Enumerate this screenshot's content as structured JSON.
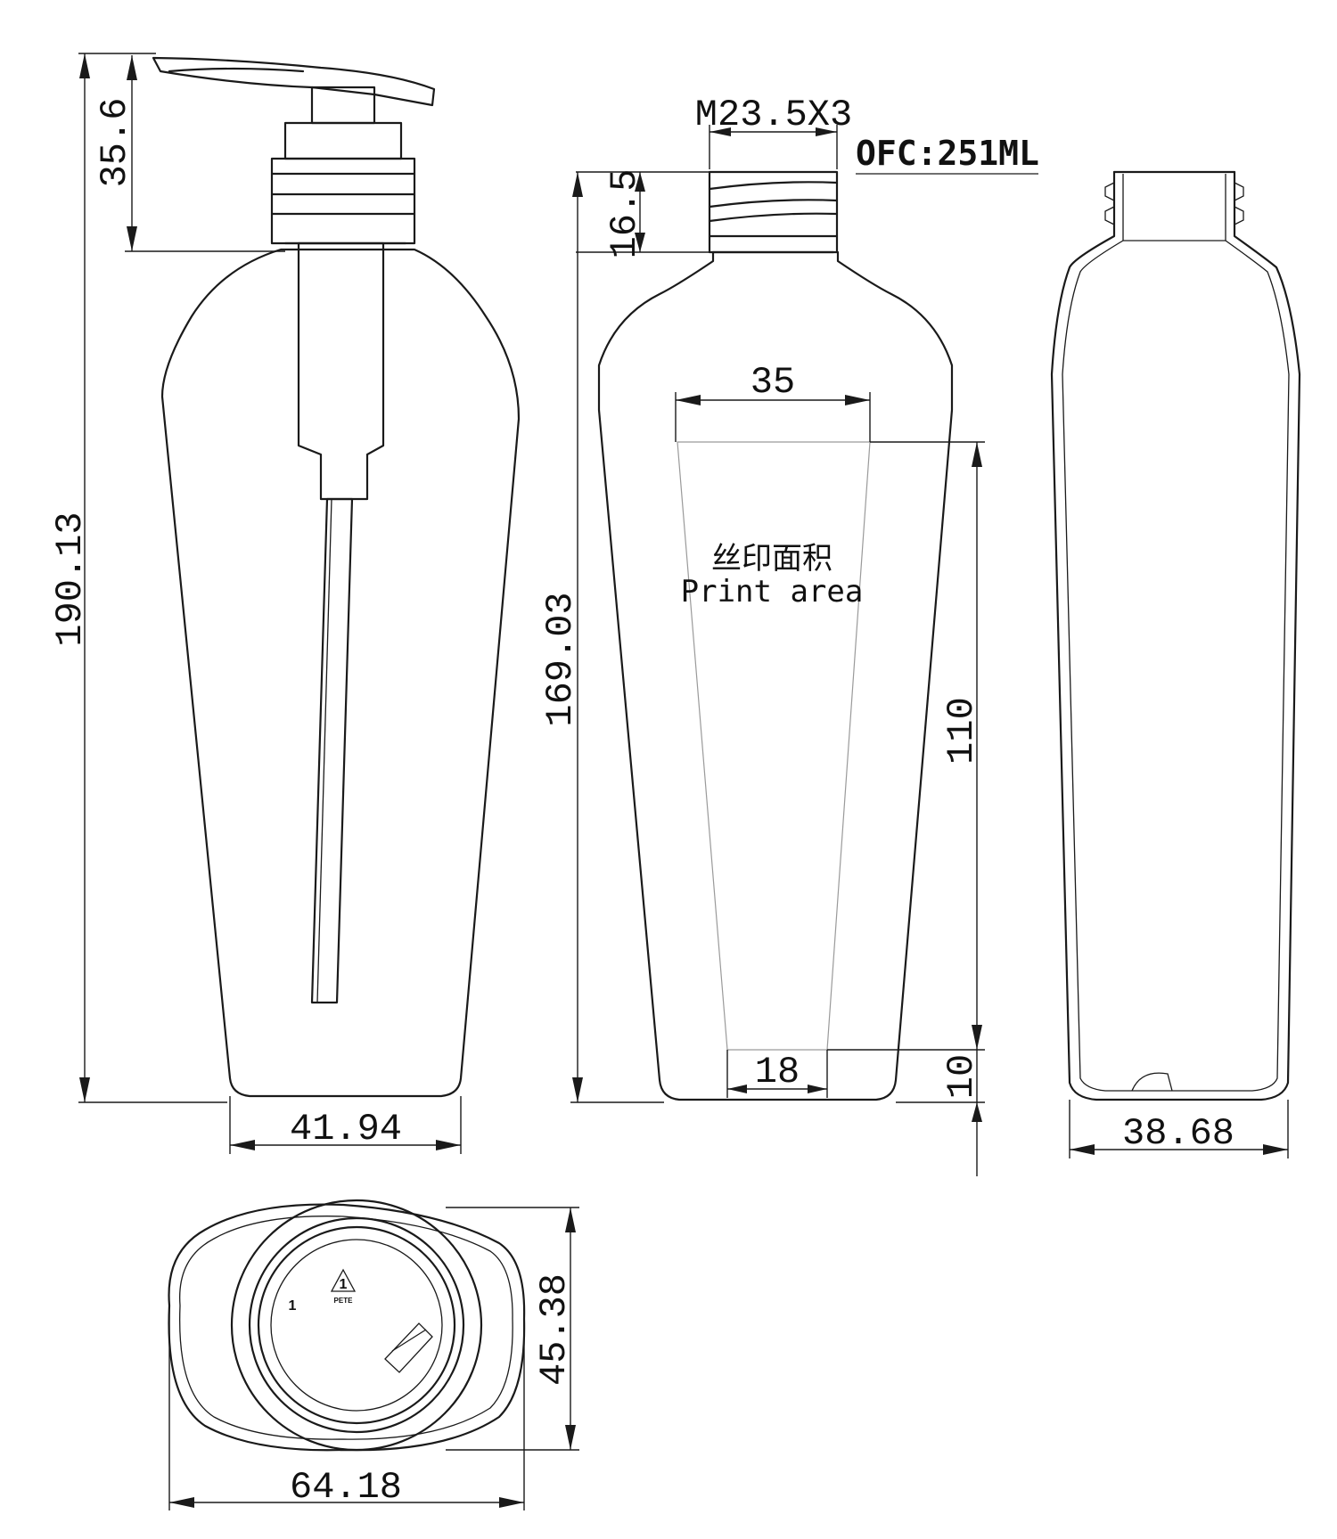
{
  "dimensions": {
    "total_height": "190.13",
    "pump_height": "35.6",
    "body_width_front": "41.94",
    "thread_spec": "M23.5X3",
    "capacity": "OFC:251ML",
    "neck_height": "16.5",
    "bottle_height": "169.03",
    "print_top_width": "35",
    "print_height": "110",
    "print_bottom_width": "18",
    "print_bottom_offset": "10",
    "side_width": "38.68",
    "bottom_depth": "45.38",
    "bottom_width": "64.18"
  },
  "print_area": {
    "label_cn": "丝印面积",
    "label_en": "Print area"
  },
  "recycle": {
    "code": "1",
    "material": "PETE"
  }
}
